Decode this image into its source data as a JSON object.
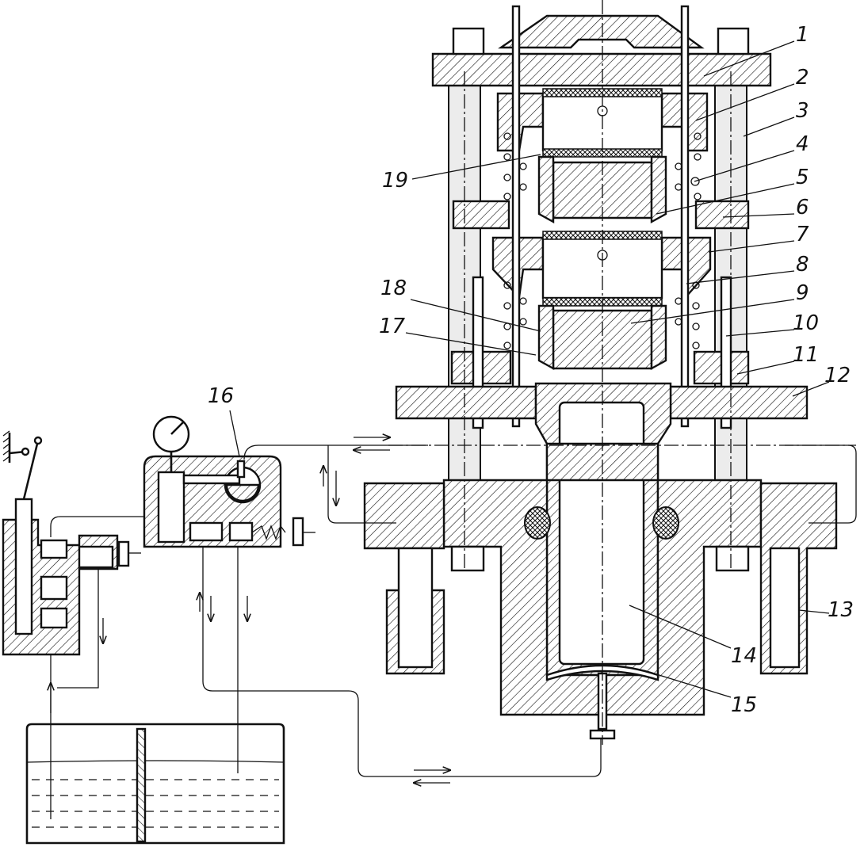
{
  "diagram": {
    "callouts": [
      {
        "id": "1",
        "text": "1"
      },
      {
        "id": "2",
        "text": "2"
      },
      {
        "id": "3",
        "text": "3"
      },
      {
        "id": "4",
        "text": "4"
      },
      {
        "id": "5",
        "text": "5"
      },
      {
        "id": "6",
        "text": "6"
      },
      {
        "id": "7",
        "text": "7"
      },
      {
        "id": "8",
        "text": "8"
      },
      {
        "id": "9",
        "text": "9"
      },
      {
        "id": "10",
        "text": "10"
      },
      {
        "id": "11",
        "text": "11"
      },
      {
        "id": "12",
        "text": "12"
      },
      {
        "id": "13",
        "text": "13"
      },
      {
        "id": "14",
        "text": "14"
      },
      {
        "id": "15",
        "text": "15"
      },
      {
        "id": "16",
        "text": "16"
      },
      {
        "id": "17",
        "text": "17"
      },
      {
        "id": "18",
        "text": "18"
      },
      {
        "id": "19",
        "text": "19"
      }
    ],
    "components": {
      "press_assembly": "press-assembly",
      "hydraulic_cylinder": "hydraulic-cylinder",
      "control_block": "control-block",
      "pump_unit": "pump-unit",
      "reservoir": "oil-reservoir",
      "pressure_gauge": "pressure-gauge-icon"
    },
    "colors": {
      "line": "#111111",
      "column_fill": "#ececec",
      "background": "#ffffff"
    }
  }
}
